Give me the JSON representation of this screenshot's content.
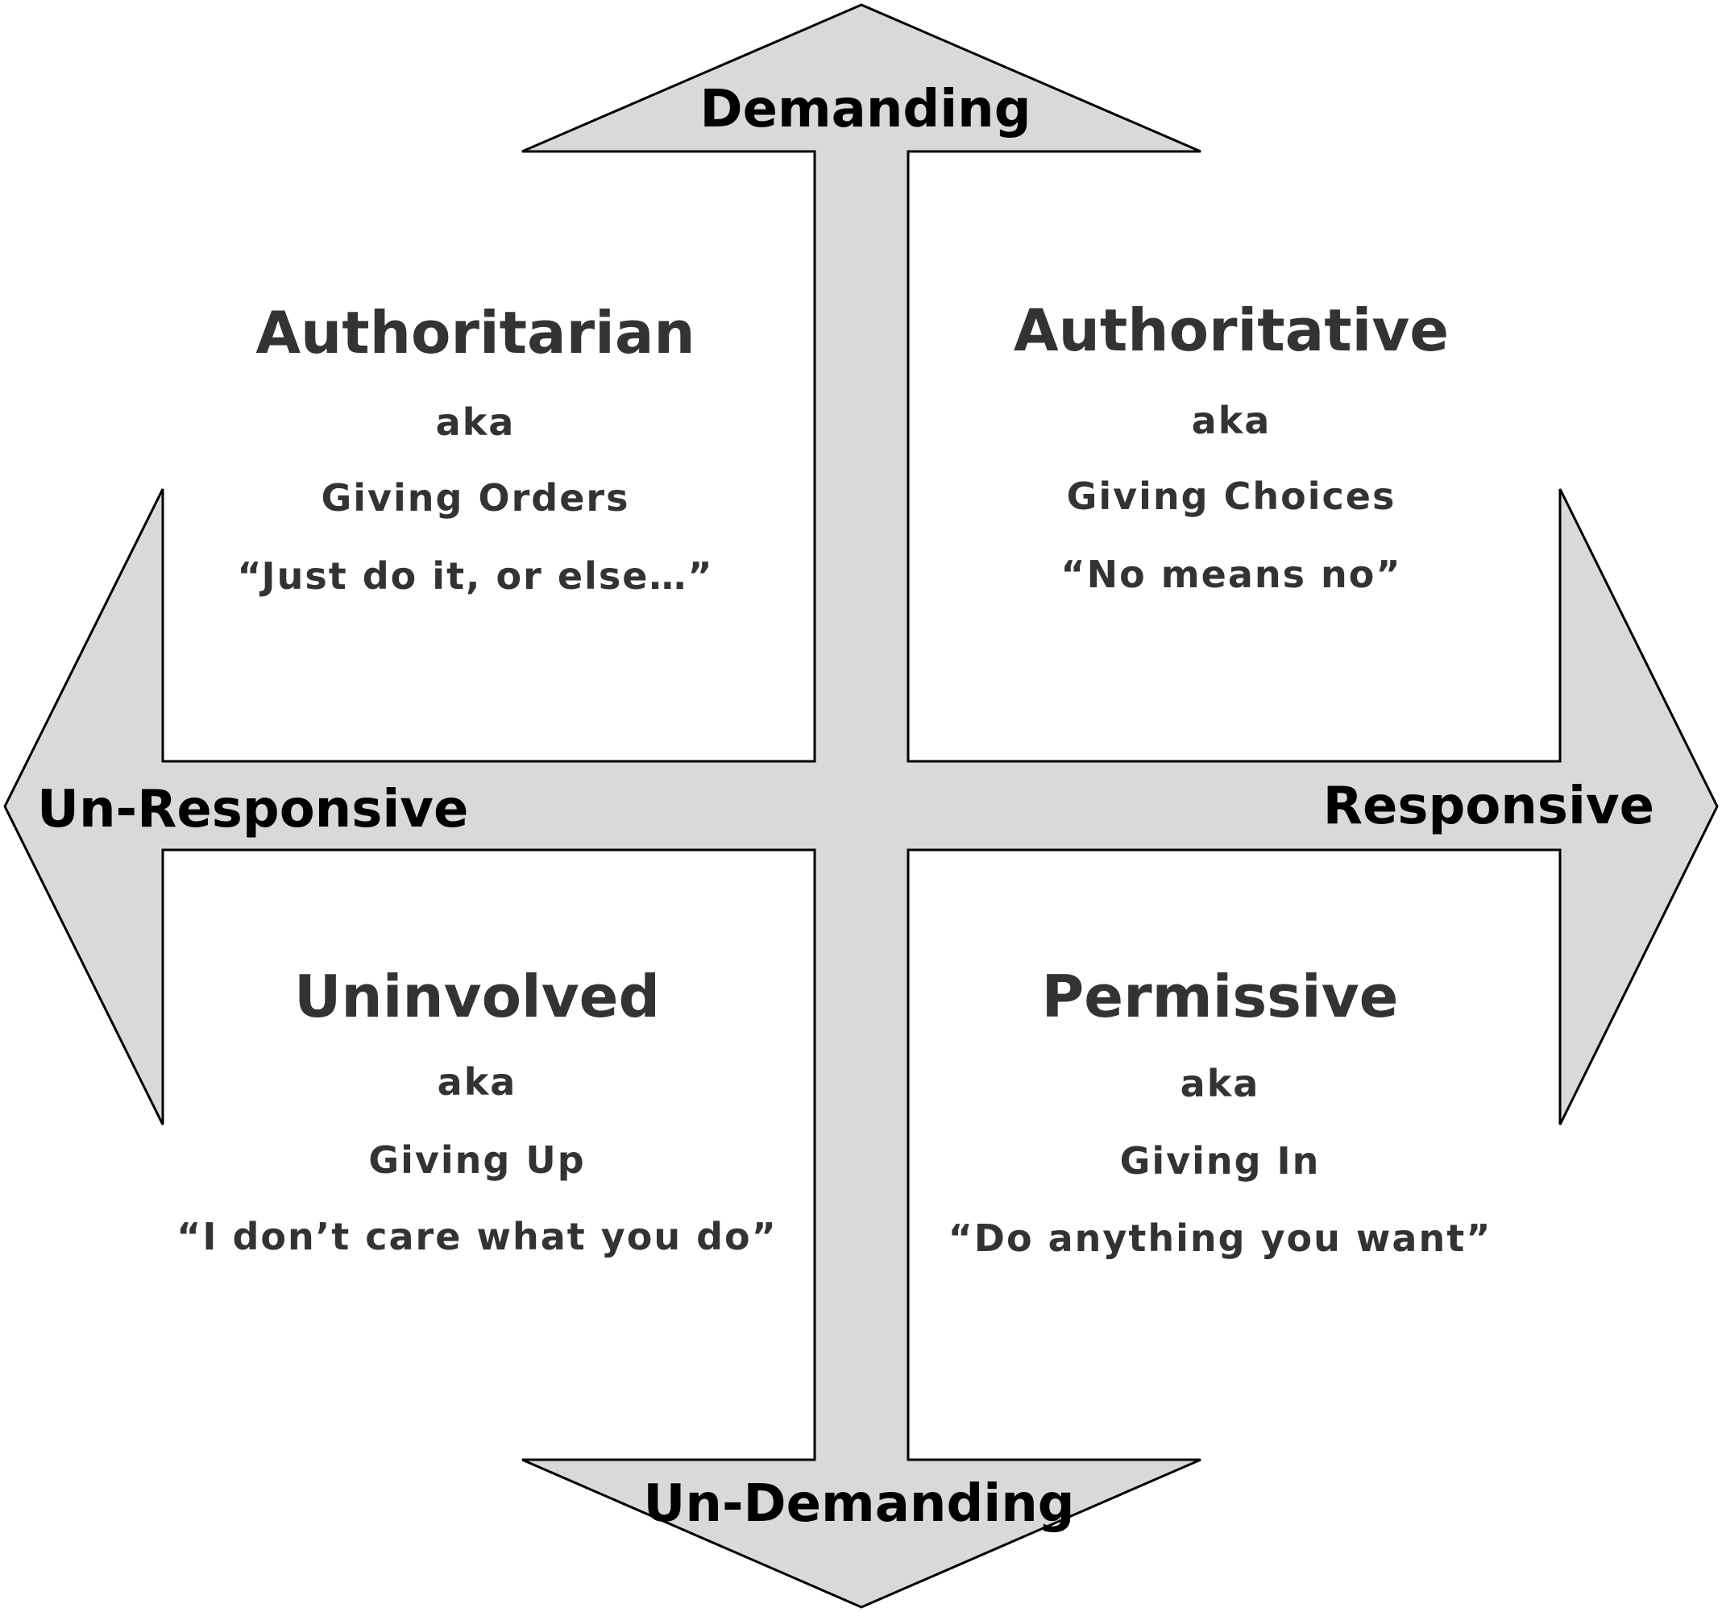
{
  "axes": {
    "top": "Demanding",
    "bottom": "Un-Demanding",
    "left": "Un-Responsive",
    "right": "Responsive"
  },
  "quadrants": {
    "top_left": {
      "title": "Authoritarian",
      "aka": "aka",
      "style": "Giving Orders",
      "quote": "“Just do it, or else…”"
    },
    "top_right": {
      "title": "Authoritative",
      "aka": "aka",
      "style": "Giving Choices",
      "quote": "“No means no”"
    },
    "bottom_left": {
      "title": "Uninvolved",
      "aka": "aka",
      "style": "Giving Up",
      "quote": "“I don’t care what you do”"
    },
    "bottom_right": {
      "title": "Permissive",
      "aka": "aka",
      "style": "Giving In",
      "quote": "“Do anything you want”"
    }
  },
  "colors": {
    "arrow_fill": "#d9d9d9",
    "arrow_stroke": "#000000",
    "quadrant_text": "#333333",
    "axis_text": "#000000"
  }
}
